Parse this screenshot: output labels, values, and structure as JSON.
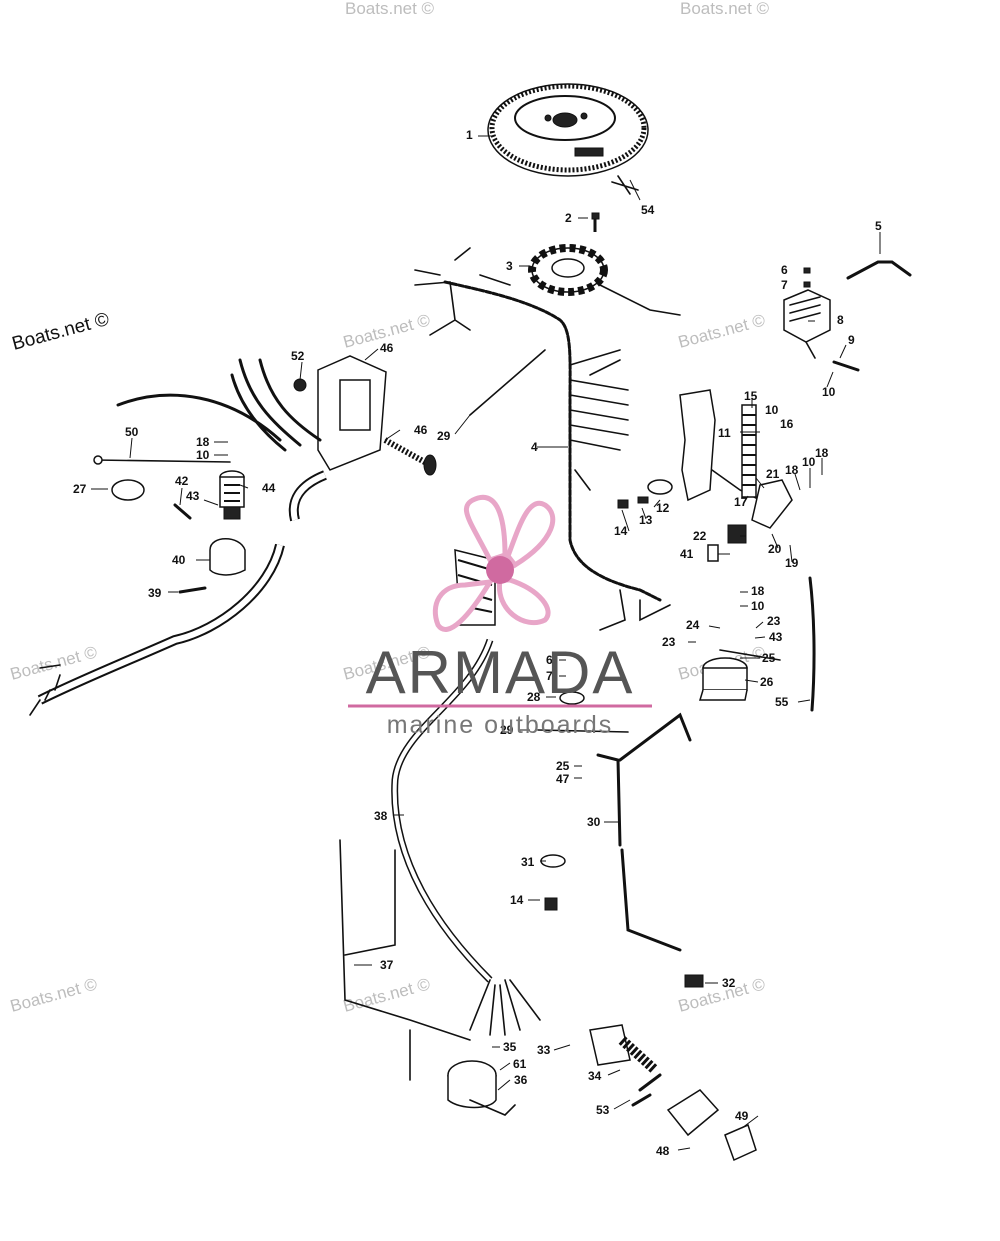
{
  "watermarks": {
    "boats_net": "Boats.net ©",
    "brand_name": "ARMADA",
    "brand_tagline": "marine outboards"
  },
  "colors": {
    "brand_pink": "#e8a6c8",
    "brand_pink_dark": "#d06aa0",
    "ink": "#111111",
    "watermark_gray": "#bdbdbd"
  },
  "diagram": {
    "part_numbers": [
      "1",
      "54",
      "2",
      "3",
      "5",
      "6",
      "7",
      "8",
      "9",
      "10",
      "52",
      "46",
      "46",
      "29",
      "4",
      "15",
      "10",
      "16",
      "11",
      "50",
      "18",
      "10",
      "27",
      "42",
      "43",
      "44",
      "12",
      "13",
      "14",
      "21",
      "18",
      "10",
      "18",
      "17",
      "22",
      "41",
      "20",
      "19",
      "40",
      "39",
      "18",
      "10",
      "24",
      "23",
      "23",
      "43",
      "25",
      "26",
      "55",
      "6",
      "7",
      "28",
      "29",
      "25",
      "47",
      "30",
      "38",
      "31",
      "14",
      "37",
      "32",
      "33",
      "35",
      "61",
      "36",
      "34",
      "53",
      "49",
      "48"
    ]
  }
}
